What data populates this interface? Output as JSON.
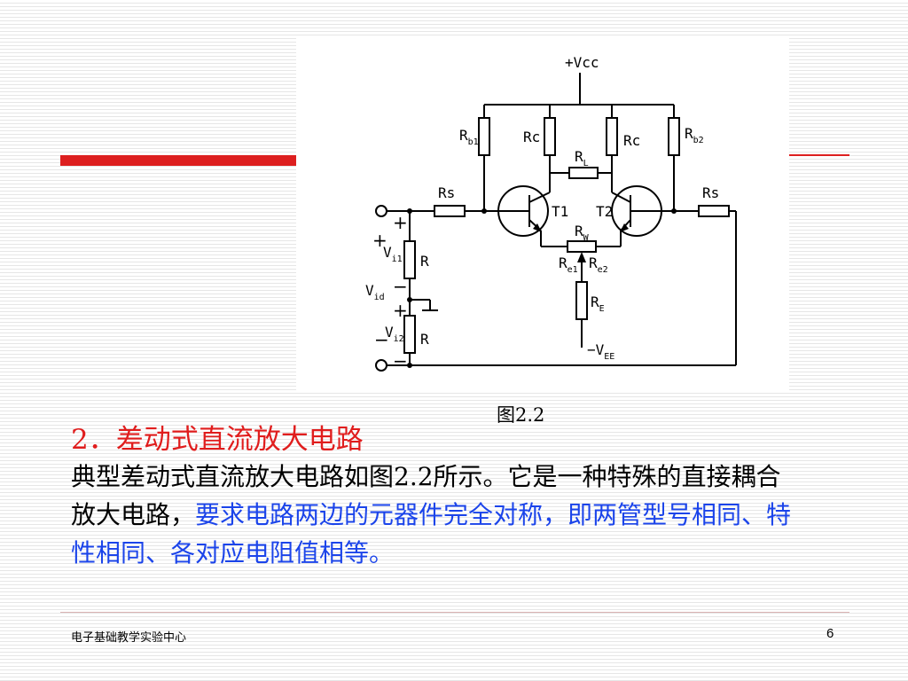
{
  "circuit": {
    "vcc": "+Vcc",
    "rb1": "R",
    "rb1_sub": "b1",
    "rc_left": "Rc",
    "rc_right": "Rc",
    "rb2": "R",
    "rb2_sub": "b2",
    "rl": "R",
    "rl_sub": "L",
    "rs_left": "Rs",
    "rs_right": "Rs",
    "t1": "T1",
    "t2": "T2",
    "rw": "R",
    "rw_sub": "W",
    "re1": "R",
    "re1_sub": "e1",
    "re2": "R",
    "re2_sub": "e2",
    "re": "R",
    "re_sub": "E",
    "vee": "−V",
    "vee_sub": "EE",
    "vi1": "V",
    "vi1_sub": "i1",
    "vid": "V",
    "vid_sub": "id",
    "vi2": "V",
    "vi2_sub": "i2",
    "r_top": "R",
    "r_bottom": "R",
    "plus": "+",
    "minus": "−"
  },
  "figure_caption": "图2.2",
  "heading": "2．差动式直流放大电路",
  "body": {
    "part1": "典型差动式直流放大电路如图2.2所示。它是一种特殊的直接耦合放大电路，",
    "part2": "要求电路两边的元器件完全对称，即两管型号相同、特性相同、各对应电阻值相等。"
  },
  "footer": {
    "org": "电子基础教学实验中心",
    "page": "6"
  },
  "colors": {
    "heading_red": "#e01d1d",
    "emphasis_blue": "#1b44ea",
    "accent_bar_red": "#dd1f1f"
  }
}
